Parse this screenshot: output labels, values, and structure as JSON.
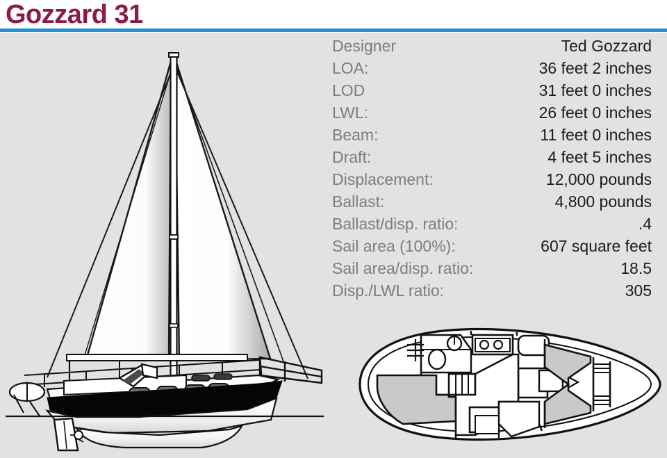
{
  "header": {
    "title": "Gozzard 31",
    "rule_color": "#2292d0",
    "title_color": "#8d1b45"
  },
  "specs": {
    "rows": [
      {
        "label": "Designer",
        "value": "Ted Gozzard"
      },
      {
        "label": "LOA:",
        "value": "36 feet 2 inches"
      },
      {
        "label": "LOD",
        "value": "31 feet 0 inches"
      },
      {
        "label": "LWL:",
        "value": "26 feet 0 inches"
      },
      {
        "label": "Beam:",
        "value": "11 feet 0 inches"
      },
      {
        "label": "Draft:",
        "value": "4 feet 5 inches"
      },
      {
        "label": "Displacement:",
        "value": "12,000 pounds"
      },
      {
        "label": "Ballast:",
        "value": "4,800 pounds"
      },
      {
        "label": "Ballast/disp. ratio:",
        "value": ".4"
      },
      {
        "label": "Sail area (100%):",
        "value": "607 square feet"
      },
      {
        "label": "Sail area/disp. ratio:",
        "value": "18.5"
      },
      {
        "label": "Disp./LWL ratio:",
        "value": "305"
      }
    ],
    "label_color": "#7d7d7d",
    "value_color": "#1b1b1b"
  },
  "drawings": {
    "profile": {
      "name": "sailboat-profile-drawing",
      "description": "Starboard side profile of cutter-rigged sailboat under sail",
      "hull_topside_color": "#000000",
      "underbody_color": "#ffffff",
      "sail_color": "#ffffff",
      "waterline_color": "#000000"
    },
    "plan": {
      "name": "interior-accommodation-plan",
      "description": "Overhead interior accommodation plan, bow at right",
      "berth_fill": "#c9c9c9",
      "outline_color": "#000000"
    }
  },
  "background_color": "#e3e2e1"
}
